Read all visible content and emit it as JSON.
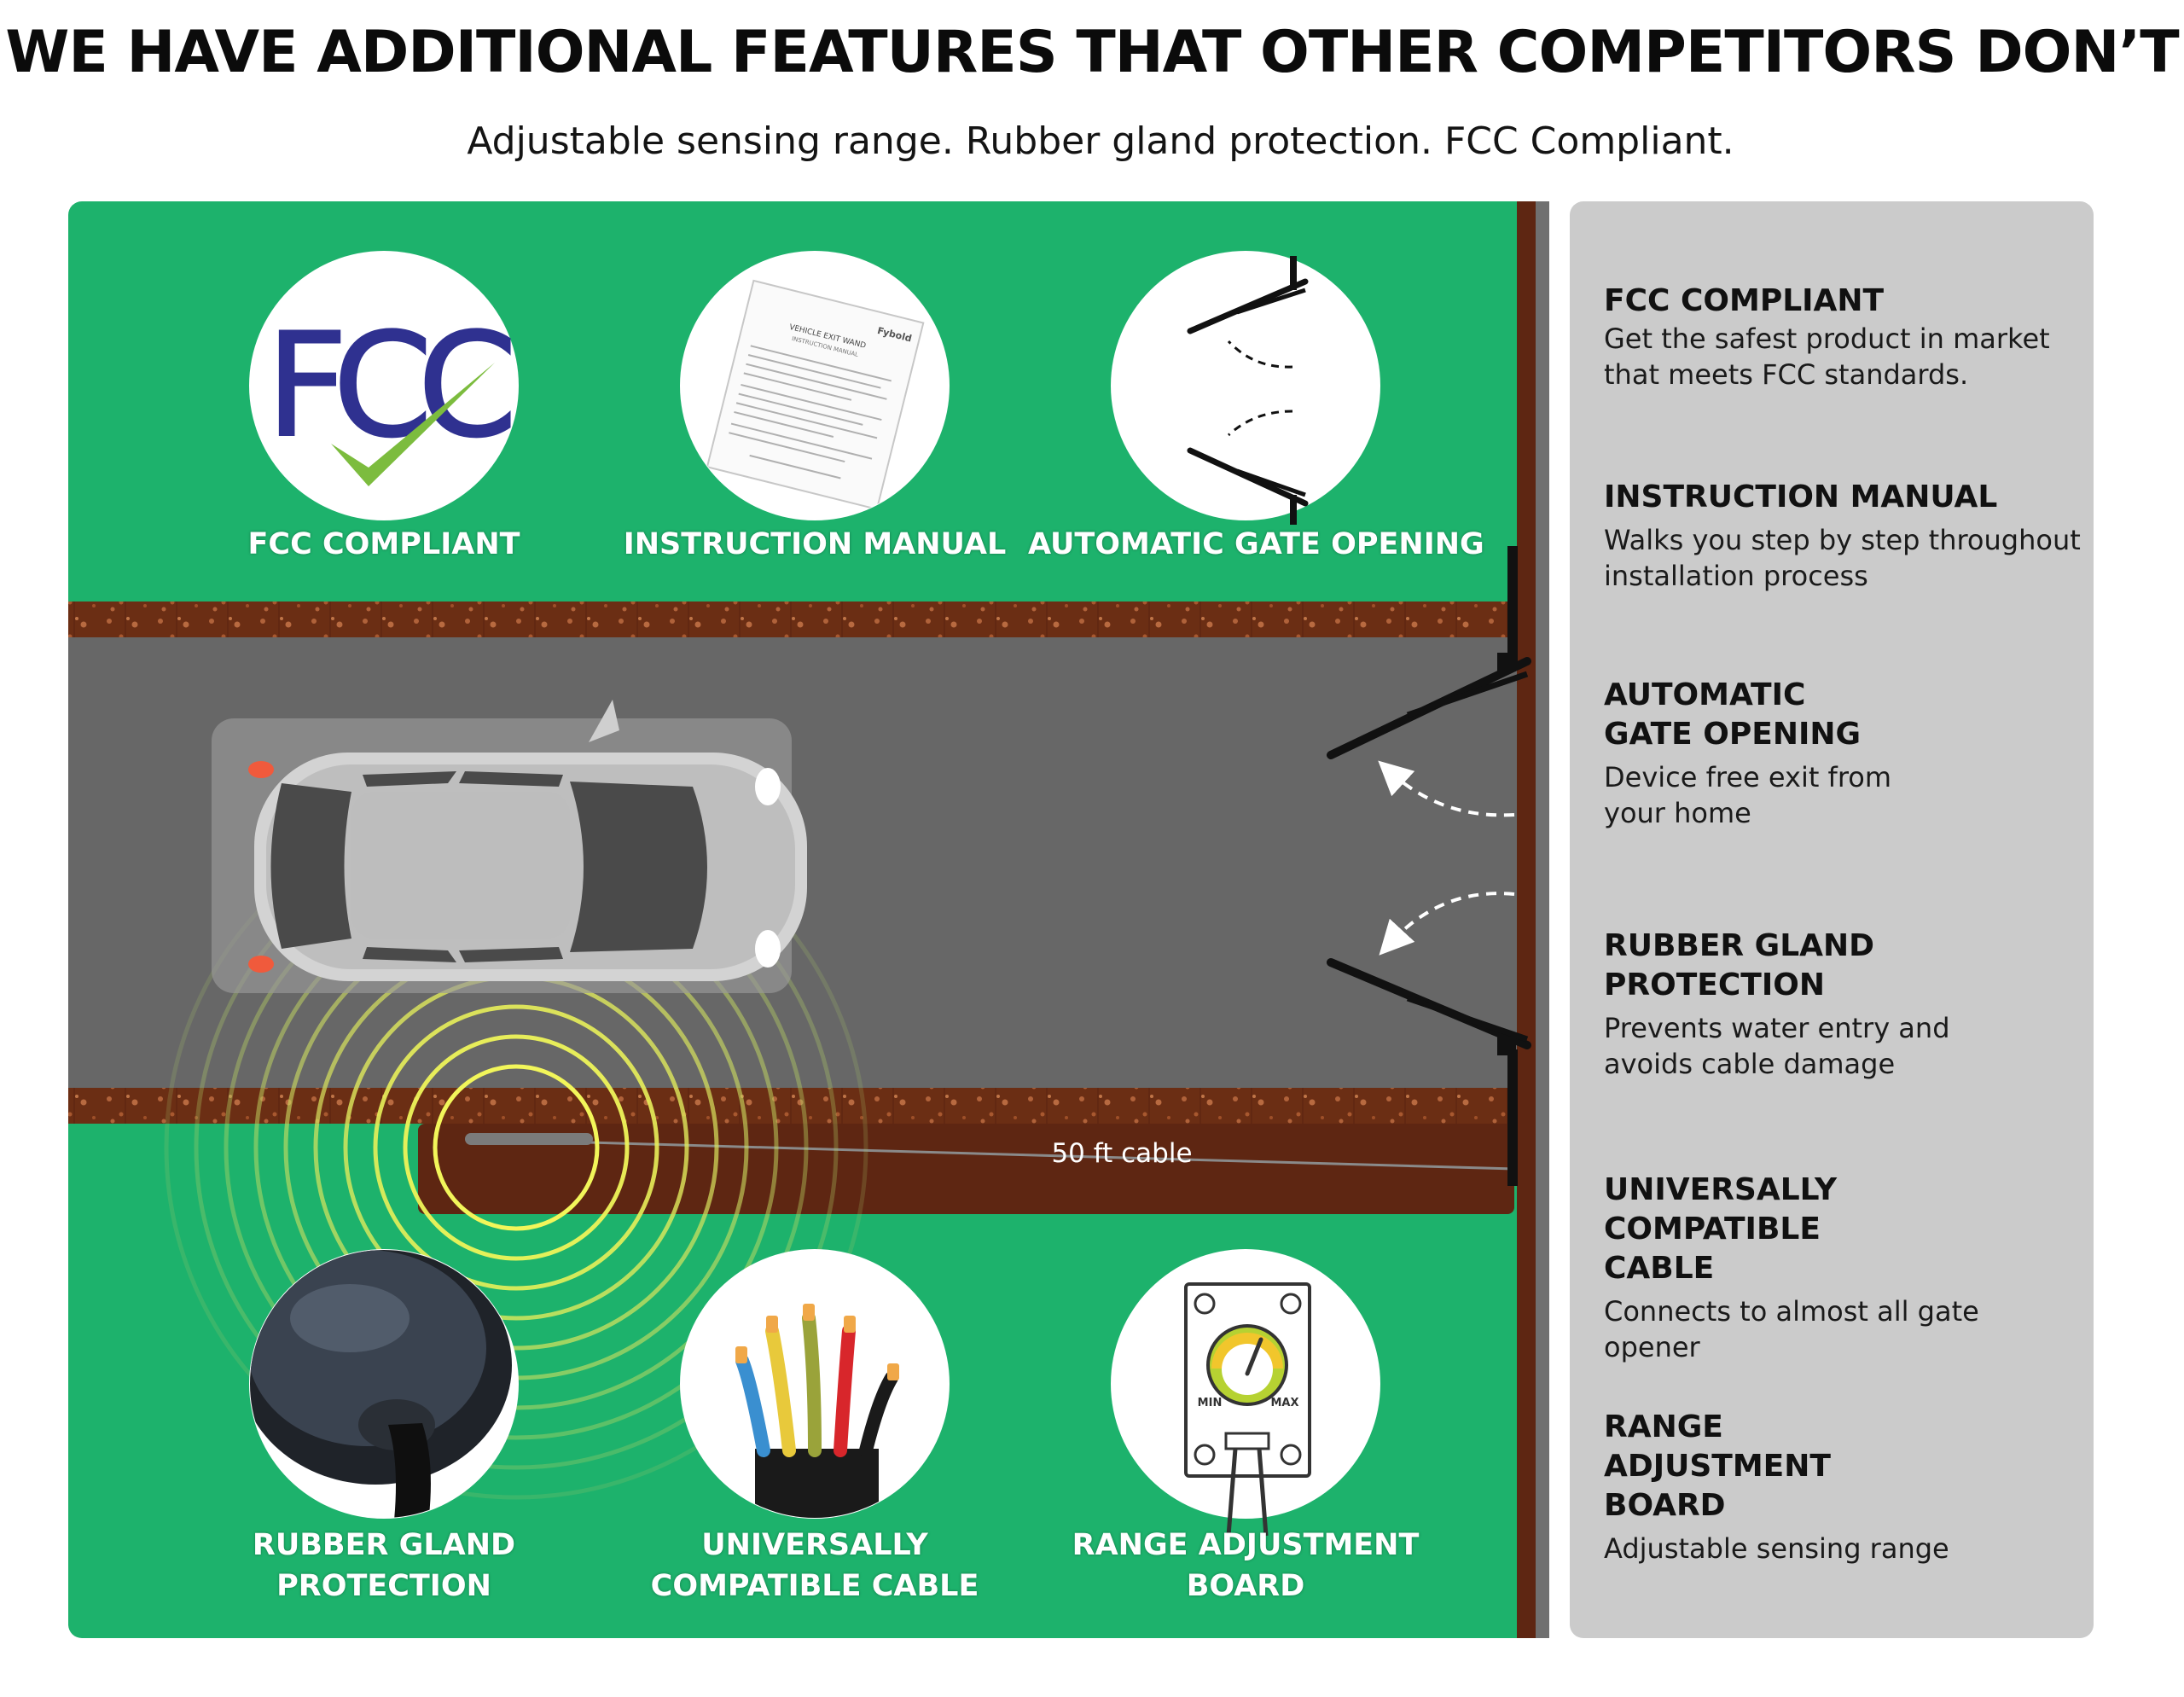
{
  "headline": "WE HAVE ADDITIONAL FEATURES THAT OTHER COMPETITORS DON’T",
  "subheadline": "Adjustable sensing range. Rubber gland protection. FCC Compliant.",
  "colors": {
    "grass": "#1db26c",
    "road": "#676767",
    "soil": "#6b2e14",
    "sidebar": "#cbcbcb",
    "sensing_ring": "#e4ed5a"
  },
  "circles": {
    "fcc": {
      "label": "FCC COMPLIANT",
      "logo_text": "FCC",
      "icon": "fcc-logo-check-icon"
    },
    "manual": {
      "label": "INSTRUCTION MANUAL",
      "icon": "instruction-manual-icon",
      "brand": "Fybold",
      "doc_title": "VEHICLE EXIT WAND",
      "doc_subtitle": "INSTRUCTION MANUAL"
    },
    "gate": {
      "label": "AUTOMATIC GATE OPENING",
      "icon": "gate-arms-icon"
    },
    "gland": {
      "label_line1": "RUBBER GLAND",
      "label_line2": "PROTECTION",
      "icon": "rubber-gland-icon"
    },
    "cable": {
      "label_line1": "UNIVERSALLY",
      "label_line2": "COMPATIBLE CABLE",
      "icon": "wires-icon"
    },
    "board": {
      "label_line1": "RANGE ADJUSTMENT",
      "label_line2": "BOARD",
      "icon": "range-board-icon",
      "min_label": "MIN",
      "max_label": "MAX"
    }
  },
  "cable_label": "50 ft cable",
  "features": [
    {
      "title_line1": "FCC COMPLIANT",
      "title_line2": "",
      "desc_line1": "Get the safest product in market",
      "desc_line2": "that meets FCC standards."
    },
    {
      "title_line1": "INSTRUCTION MANUAL",
      "title_line2": "",
      "desc_line1": "Walks you step by step throughout",
      "desc_line2": "installation process"
    },
    {
      "title_line1": "AUTOMATIC",
      "title_line2": "GATE OPENING",
      "desc_line1": "Device free exit from",
      "desc_line2": "your home"
    },
    {
      "title_line1": "RUBBER GLAND",
      "title_line2": "PROTECTION",
      "desc_line1": "Prevents water entry and",
      "desc_line2": "avoids cable damage"
    },
    {
      "title_line1": "UNIVERSALLY",
      "title_line2": "COMPATIBLE CABLE",
      "desc_line1": "Connects to almost all gate opener",
      "desc_line2": ""
    },
    {
      "title_line1": "RANGE ADJUSTMENT",
      "title_line2": "BOARD",
      "desc_line1": "Adjustable sensing range",
      "desc_line2": ""
    }
  ]
}
